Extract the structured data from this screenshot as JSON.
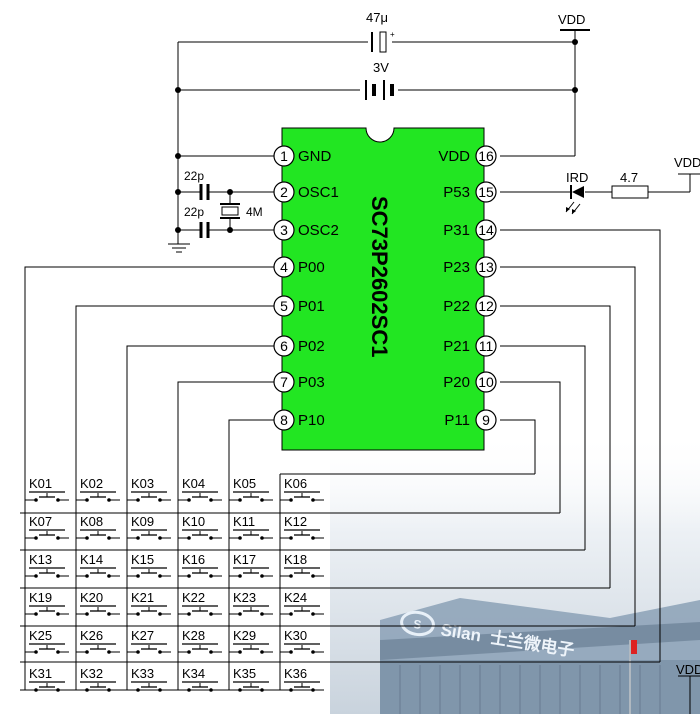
{
  "chip": {
    "name": "SC73P2602SC1",
    "pins_left": [
      {
        "num": "1",
        "label": "GND"
      },
      {
        "num": "2",
        "label": "OSC1"
      },
      {
        "num": "3",
        "label": "OSC2"
      },
      {
        "num": "4",
        "label": "P00"
      },
      {
        "num": "5",
        "label": "P01"
      },
      {
        "num": "6",
        "label": "P02"
      },
      {
        "num": "7",
        "label": "P03"
      },
      {
        "num": "8",
        "label": "P10"
      }
    ],
    "pins_right": [
      {
        "num": "16",
        "label": "VDD"
      },
      {
        "num": "15",
        "label": "P53"
      },
      {
        "num": "14",
        "label": "P31"
      },
      {
        "num": "13",
        "label": "P23"
      },
      {
        "num": "12",
        "label": "P22"
      },
      {
        "num": "11",
        "label": "P21"
      },
      {
        "num": "10",
        "label": "P20"
      },
      {
        "num": "9",
        "label": "P11"
      }
    ]
  },
  "components": {
    "cap_electrolytic": "47μ",
    "battery": "3V",
    "cap1": "22p",
    "cap2": "22p",
    "crystal": "4M",
    "diode": "IRD",
    "resistor": "4.7"
  },
  "power": {
    "vdd_top": "VDD",
    "vdd_right": "VDD",
    "vdd_bottom": "VDD"
  },
  "keys": [
    [
      "K01",
      "K02",
      "K03",
      "K04",
      "K05",
      "K06"
    ],
    [
      "K07",
      "K08",
      "K09",
      "K10",
      "K11",
      "K12"
    ],
    [
      "K13",
      "K14",
      "K15",
      "K16",
      "K17",
      "K18"
    ],
    [
      "K19",
      "K20",
      "K21",
      "K22",
      "K23",
      "K24"
    ],
    [
      "K25",
      "K26",
      "K27",
      "K28",
      "K29",
      "K30"
    ],
    [
      "K31",
      "K32",
      "K33",
      "K34",
      "K35",
      "K36"
    ]
  ],
  "photo": {
    "brand": "Silan",
    "chinese": "士兰微电子"
  },
  "colors": {
    "chip_green": "#22e622",
    "wire": "#000000",
    "building": "#8ea3b8",
    "sky": "#e9eef3"
  }
}
